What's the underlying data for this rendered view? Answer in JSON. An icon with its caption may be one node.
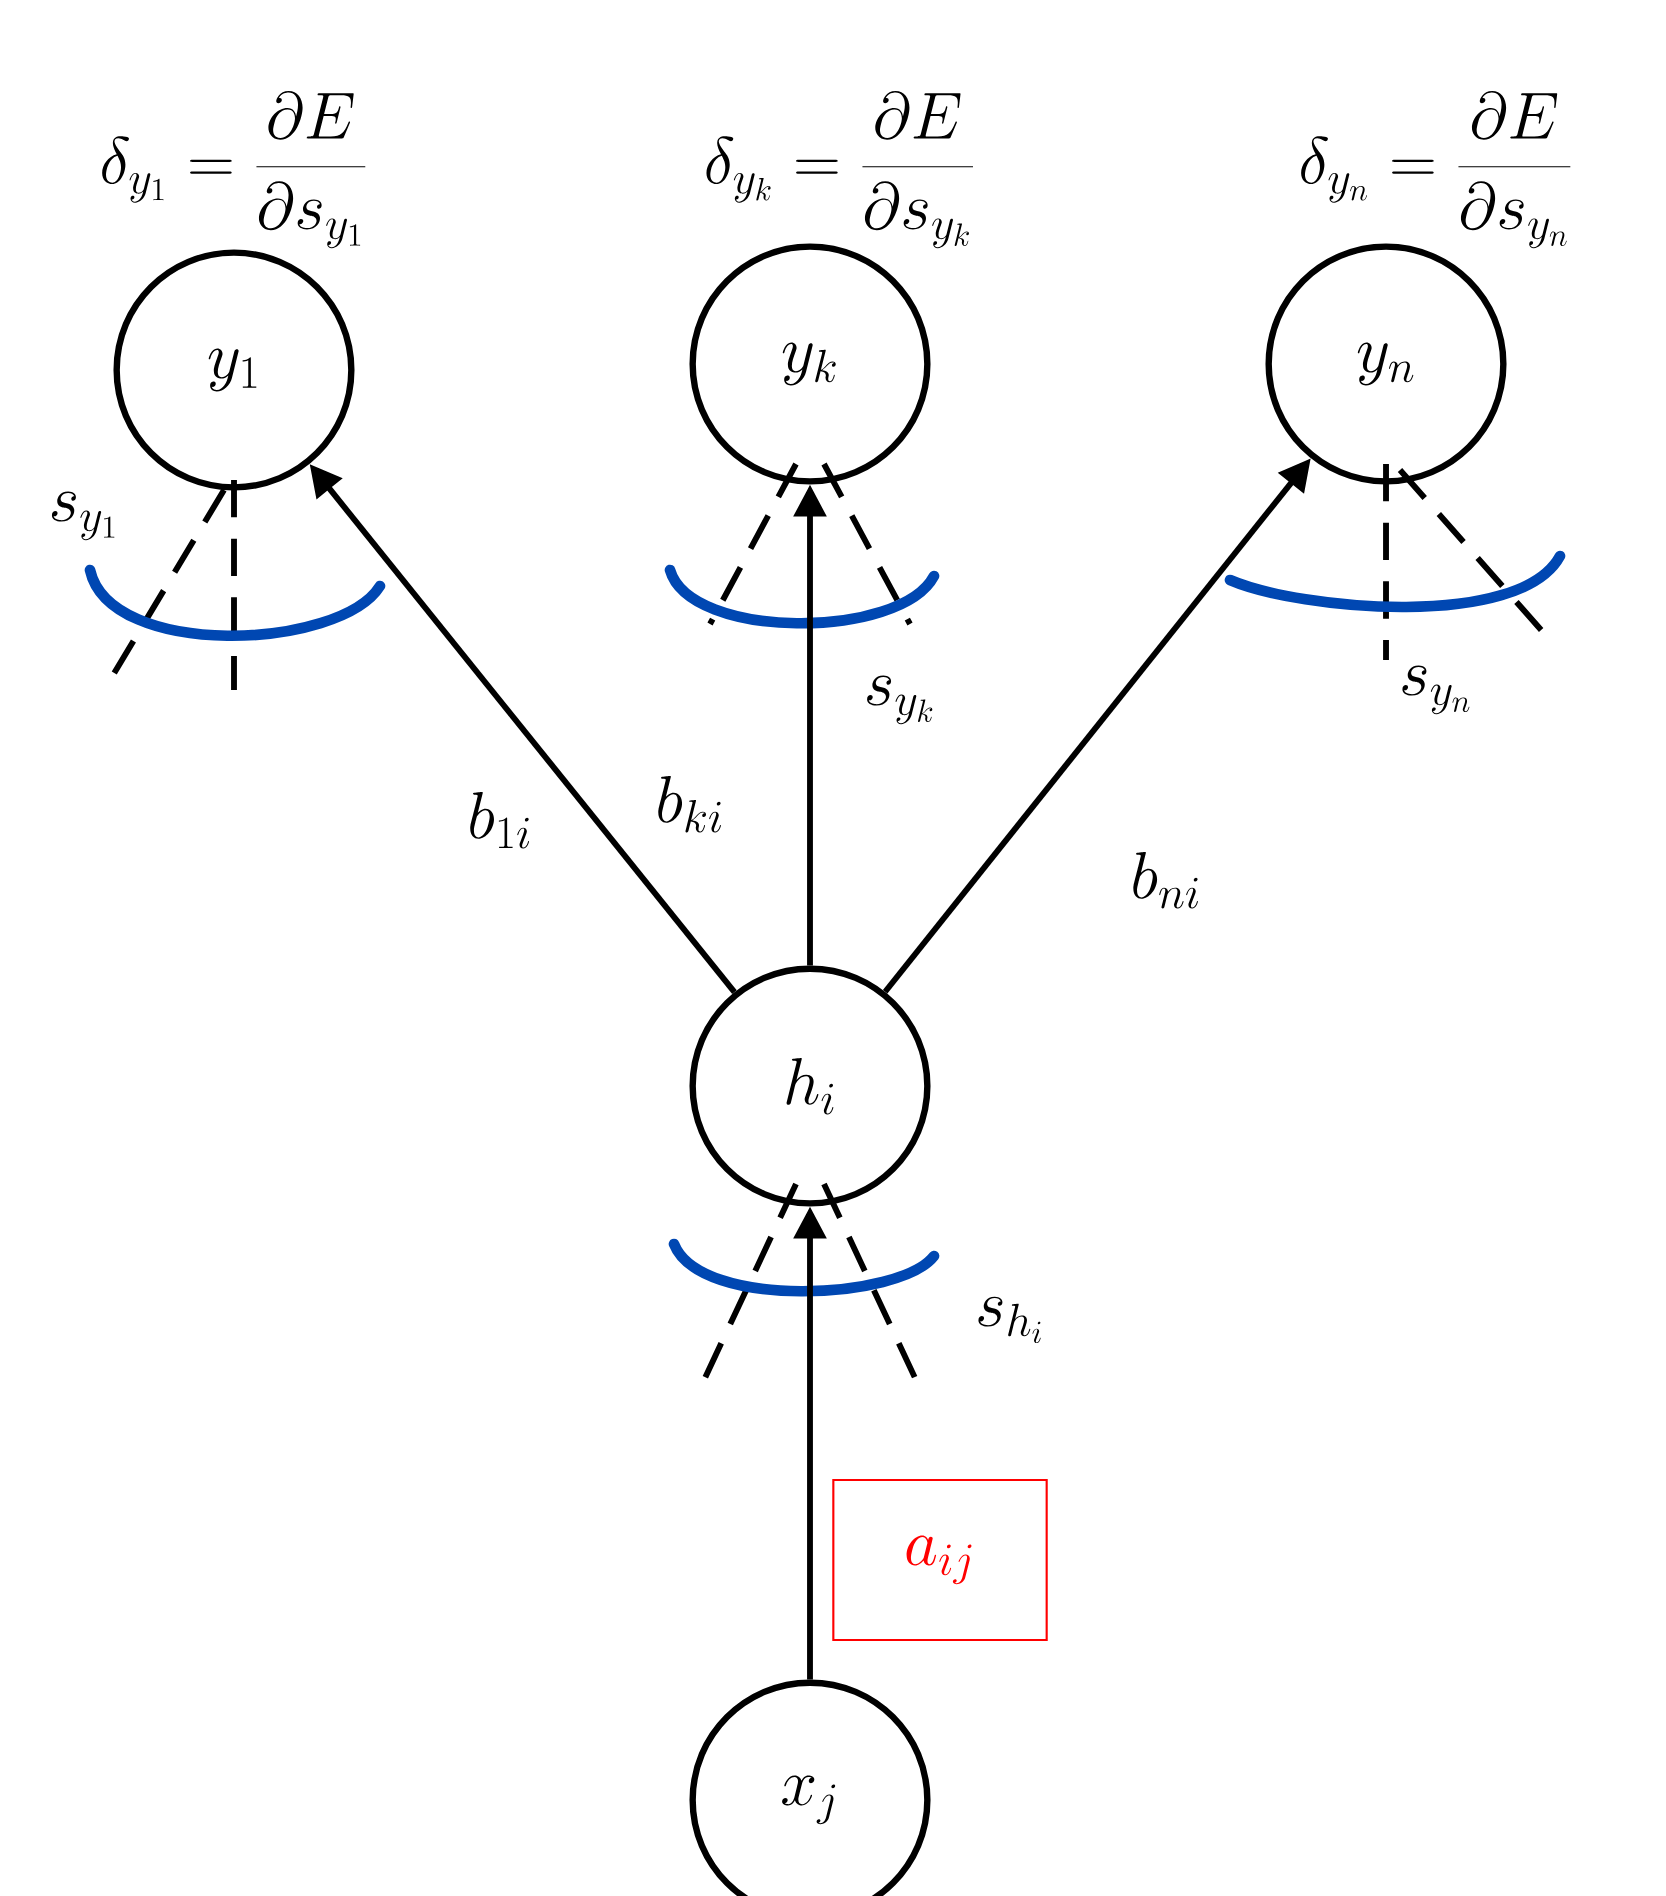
{
  "diagram": {
    "nodes": [
      {
        "text": [
          "y_1"
        ]
      },
      {
        "text": [
          "y_k"
        ]
      },
      {
        "text": [
          "y_n"
        ]
      },
      {
        "text": [
          "h_i"
        ]
      },
      {
        "text": [
          "x_j"
        ]
      }
    ],
    "edges": [
      {
        "from": 3,
        "to": 0,
        "arrow": "to",
        "label": "b_{1i}"
      },
      {
        "from": 3,
        "to": 1,
        "arrow": "to",
        "label": "b_{ki}"
      },
      {
        "from": 3,
        "to": 2,
        "arrow": "to",
        "label": "b_{ni}"
      },
      {
        "from": 4,
        "to": 3,
        "arrow": "to",
        "label": "a_{ij}"
      }
    ],
    "labels": [
      "\\delta_{y_1} = \\frac{\\partial E}{\\partial s_{y_1}}",
      "\\delta_{y_k} = \\frac{\\partial E}{\\partial s_{y_k}}",
      "\\delta_{y_n} = \\frac{\\partial E}{\\partial s_{y_n}}",
      "s_{y_1}",
      "s_{y_k}",
      "s_{y_n}",
      "s_{h_i}"
    ]
  }
}
